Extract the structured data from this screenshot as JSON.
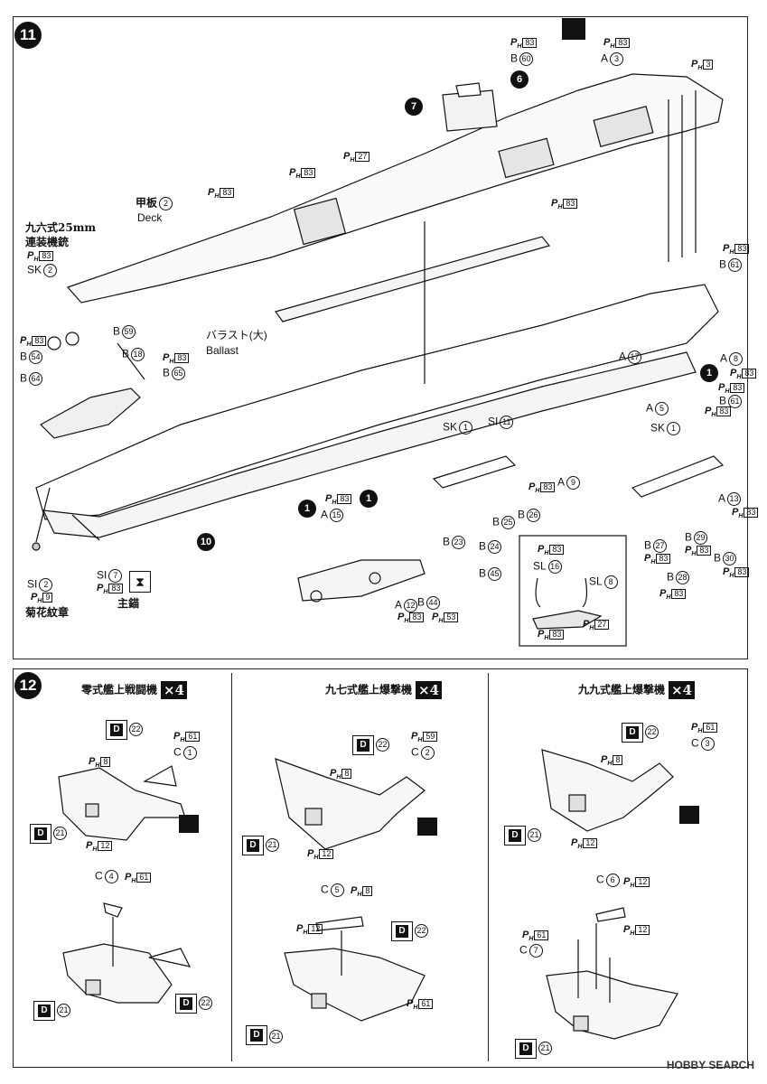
{
  "steps": {
    "s11": "11",
    "s12": "12"
  },
  "step11": {
    "deck_label": "甲板",
    "deck_num": "2",
    "deck_en": "Deck",
    "ballast_label": "バラスト(大)",
    "ballast_en": "Ballast",
    "mg_title_1": "九六式25mm",
    "mg_title_2": "連装機銃",
    "chrysanthemum": "菊花紋章",
    "anchor": "主錨",
    "labels": [
      {
        "t": "SK",
        "n": "2"
      },
      {
        "t": "B",
        "n": "54"
      },
      {
        "t": "B",
        "n": "59"
      },
      {
        "t": "B",
        "n": "18"
      },
      {
        "t": "B",
        "n": "65"
      },
      {
        "t": "B",
        "n": "64"
      },
      {
        "t": "B",
        "n": "60"
      },
      {
        "t": "A",
        "n": "3"
      },
      {
        "t": "A",
        "n": "17"
      },
      {
        "t": "A",
        "n": "5"
      },
      {
        "t": "A",
        "n": "8"
      },
      {
        "t": "B",
        "n": "61"
      },
      {
        "t": "B",
        "n": "61"
      },
      {
        "t": "SK",
        "n": "1"
      },
      {
        "t": "SI",
        "n": "11"
      },
      {
        "t": "SK",
        "n": "1"
      },
      {
        "t": "A",
        "n": "9"
      },
      {
        "t": "B",
        "n": "23"
      },
      {
        "t": "B",
        "n": "25"
      },
      {
        "t": "B",
        "n": "26"
      },
      {
        "t": "B",
        "n": "24"
      },
      {
        "t": "B",
        "n": "45"
      },
      {
        "t": "B",
        "n": "44"
      },
      {
        "t": "A",
        "n": "15"
      },
      {
        "t": "A",
        "n": "12"
      },
      {
        "t": "SI",
        "n": "2"
      },
      {
        "t": "SI",
        "n": "7"
      },
      {
        "t": "A",
        "n": "13"
      },
      {
        "t": "B",
        "n": "27"
      },
      {
        "t": "B",
        "n": "29"
      },
      {
        "t": "B",
        "n": "28"
      },
      {
        "t": "B",
        "n": "30"
      },
      {
        "t": "SL",
        "n": "16"
      },
      {
        "t": "SL",
        "n": "8"
      }
    ],
    "paints": [
      "83",
      "27",
      "83",
      "83",
      "83",
      "83",
      "3",
      "83",
      "83",
      "83",
      "83",
      "83",
      "83",
      "83",
      "83",
      "83",
      "83",
      "83",
      "53",
      "9",
      "83",
      "83",
      "83",
      "83",
      "83",
      "83",
      "27",
      "83"
    ],
    "badges": [
      "7",
      "6",
      "1",
      "1",
      "1",
      "10"
    ]
  },
  "step12": {
    "plane1_title": "零式艦上戦闘機",
    "plane2_title": "九七式艦上爆撃機",
    "plane3_title": "九九式艦上爆撃機",
    "mult": "×4",
    "p1": {
      "d_a": "22",
      "c_a": "1",
      "d_b": "21",
      "ph_a": "61",
      "ph_b": "8",
      "ph_c": "12",
      "c_b": "4",
      "ph_d": "61",
      "d_c": "21",
      "d_d": "22"
    },
    "p2": {
      "d_a": "22",
      "c_a": "2",
      "d_b": "21",
      "ph_a": "59",
      "ph_b": "8",
      "ph_c": "12",
      "c_b": "5",
      "ph_d": "8",
      "ph_e": "12",
      "d_c": "22",
      "ph_f": "61",
      "d_d": "21"
    },
    "p3": {
      "d_a": "22",
      "c_a": "3",
      "d_b": "21",
      "ph_a": "61",
      "ph_b": "8",
      "ph_c": "12",
      "c_b": "6",
      "ph_d": "12",
      "ph_e": "61",
      "ph_f": "12",
      "c_c": "7",
      "d_d": "21"
    }
  },
  "watermark": "HOBBY SEARCH"
}
